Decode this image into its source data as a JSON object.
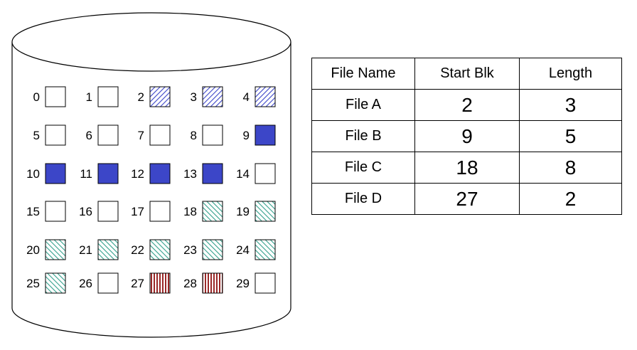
{
  "colors": {
    "file_a": "#3c46c8",
    "file_b": "#3c46c8",
    "file_c": "#33a08c",
    "file_d": "#9a2828",
    "free": "#ffffff",
    "outline": "#000000"
  },
  "disk": {
    "blocks": [
      {
        "num": "0",
        "fill": "free"
      },
      {
        "num": "1",
        "fill": "free"
      },
      {
        "num": "2",
        "fill": "file_a"
      },
      {
        "num": "3",
        "fill": "file_a"
      },
      {
        "num": "4",
        "fill": "file_a"
      },
      {
        "num": "5",
        "fill": "free"
      },
      {
        "num": "6",
        "fill": "free"
      },
      {
        "num": "7",
        "fill": "free"
      },
      {
        "num": "8",
        "fill": "free"
      },
      {
        "num": "9",
        "fill": "file_b"
      },
      {
        "num": "10",
        "fill": "file_b"
      },
      {
        "num": "11",
        "fill": "file_b"
      },
      {
        "num": "12",
        "fill": "file_b"
      },
      {
        "num": "13",
        "fill": "file_b"
      },
      {
        "num": "14",
        "fill": "free"
      },
      {
        "num": "15",
        "fill": "free"
      },
      {
        "num": "16",
        "fill": "free"
      },
      {
        "num": "17",
        "fill": "free"
      },
      {
        "num": "18",
        "fill": "file_c"
      },
      {
        "num": "19",
        "fill": "file_c"
      },
      {
        "num": "20",
        "fill": "file_c"
      },
      {
        "num": "21",
        "fill": "file_c"
      },
      {
        "num": "22",
        "fill": "file_c"
      },
      {
        "num": "23",
        "fill": "file_c"
      },
      {
        "num": "24",
        "fill": "file_c"
      },
      {
        "num": "25",
        "fill": "file_c"
      },
      {
        "num": "26",
        "fill": "free"
      },
      {
        "num": "27",
        "fill": "file_d"
      },
      {
        "num": "28",
        "fill": "file_d"
      },
      {
        "num": "29",
        "fill": "free"
      }
    ]
  },
  "table": {
    "headers": [
      "File Name",
      "Start Blk",
      "Length"
    ],
    "rows": [
      {
        "name": "File A",
        "start": "2",
        "length": "3"
      },
      {
        "name": "File B",
        "start": "9",
        "length": "5"
      },
      {
        "name": "File C",
        "start": "18",
        "length": "8"
      },
      {
        "name": "File D",
        "start": "27",
        "length": "2"
      }
    ]
  }
}
